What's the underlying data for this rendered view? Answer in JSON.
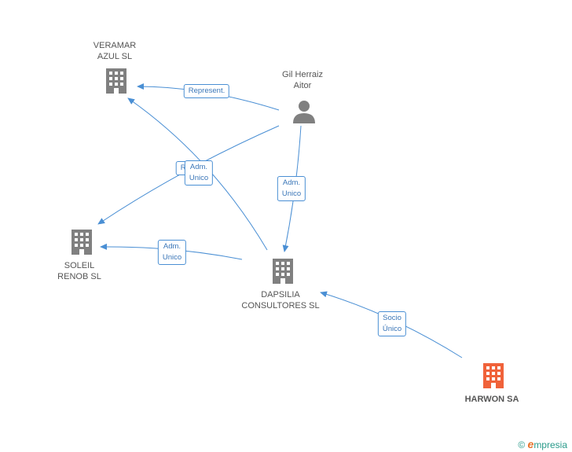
{
  "nodes": {
    "veramar": {
      "line1": "VERAMAR",
      "line2": "AZUL SL"
    },
    "gil": {
      "line1": "Gil Herraiz",
      "line2": "Aitor"
    },
    "soleil": {
      "line1": "SOLEIL",
      "line2": "RENOB SL"
    },
    "dapsilia": {
      "line1": "DAPSILIA",
      "line2": "CONSULTORES SL"
    },
    "harwon": {
      "line1": "HARWON SA"
    }
  },
  "edges": {
    "represent_top": {
      "line1": "Represent."
    },
    "represent_mid": {
      "line1": "Repr"
    },
    "adm_unico_mid": {
      "line1": "Adm.",
      "line2": "Unico"
    },
    "adm_unico_gil": {
      "line1": "Adm.",
      "line2": "Unico"
    },
    "adm_unico_soleil": {
      "line1": "Adm.",
      "line2": "Unico"
    },
    "socio_unico": {
      "line1": "Socio",
      "line2": "Único"
    }
  },
  "footer": {
    "copyright": "©",
    "brand_e": "e",
    "brand_rest": "mpresia"
  },
  "colors": {
    "edge": "#4a8fd4",
    "node": "#808080",
    "main_node": "#f0623a"
  }
}
